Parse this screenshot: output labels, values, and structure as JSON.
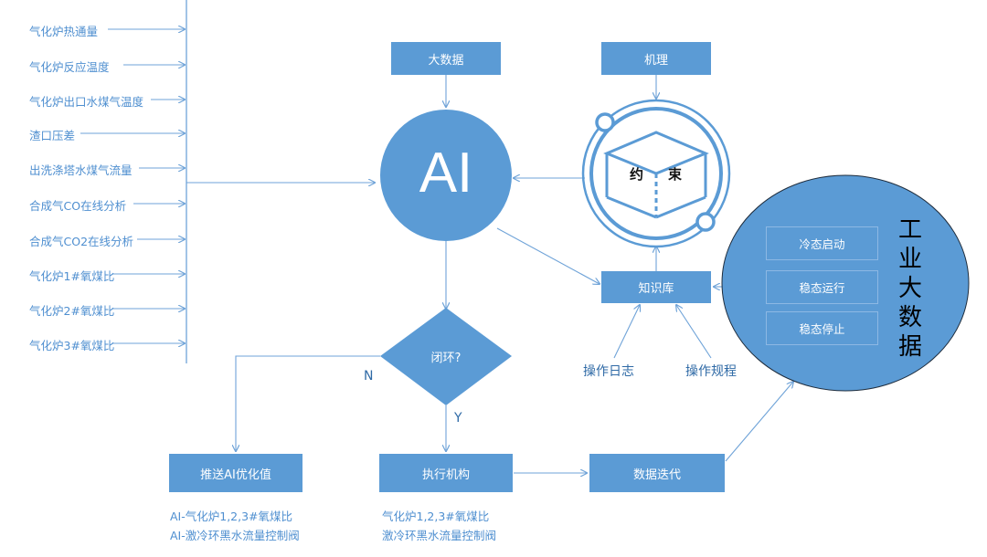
{
  "inputs": [
    "气化炉热通量",
    "气化炉反应温度",
    "气化炉出口水煤气温度",
    "渣口压差",
    "出洗涤塔水煤气流量",
    "合成气CO在线分析",
    "合成气CO2在线分析",
    "气化炉1#氧煤比",
    "气化炉2#氧煤比",
    "气化炉3#氧煤比"
  ],
  "nodes": {
    "big_data": "大数据",
    "mechanism": "机理",
    "ai": "AI",
    "constraint_left": "约",
    "constraint_right": "束",
    "knowledge_base": "知识库",
    "operation_log": "操作日志",
    "operation_rules": "操作规程",
    "closed_loop": "闭环?",
    "no_label": "N",
    "yes_label": "Y",
    "push_ai": "推送AI优化值",
    "execute": "执行机构",
    "iterate": "数据迭代"
  },
  "push_ai_outputs": [
    "AI-气化炉1,2,3#氧煤比",
    "AI-激冷环黑水流量控制阀"
  ],
  "execute_outputs": [
    "气化炉1,2,3#氧煤比",
    "激冷环黑水流量控制阀"
  ],
  "industrial_big_data": {
    "title_chars": [
      "工",
      "业",
      "大",
      "数",
      "据"
    ],
    "items": [
      "冷态启动",
      "稳态运行",
      "稳态停止"
    ]
  },
  "colors": {
    "primary": "#5b9bd5",
    "line": "#6fa3d8",
    "text": "#4f8fd0"
  }
}
